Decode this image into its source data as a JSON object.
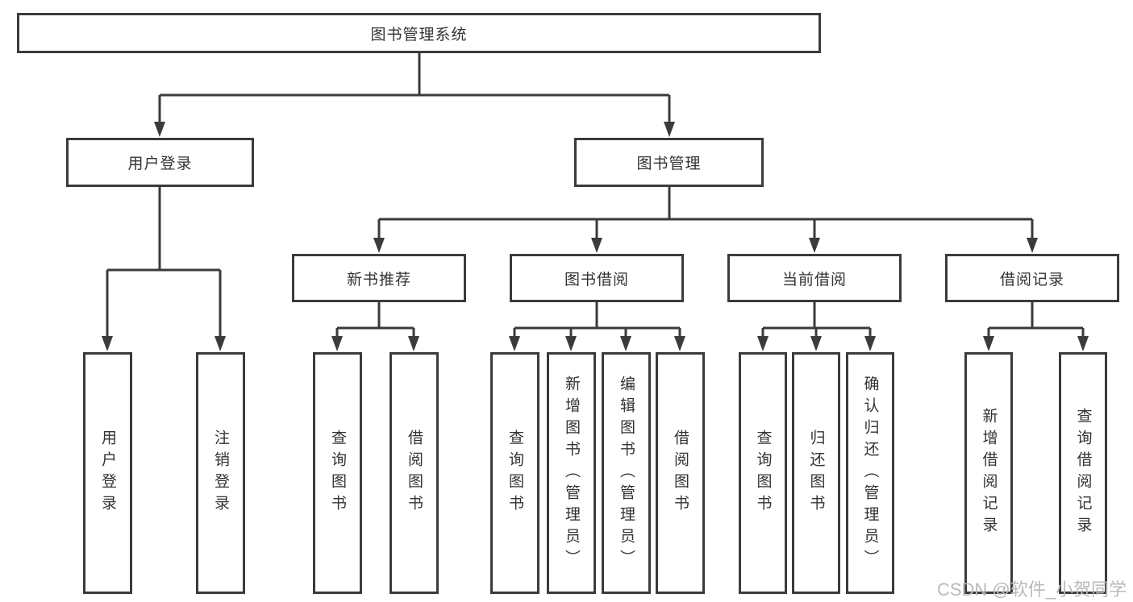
{
  "diagram_type": "hierarchy-tree",
  "colors": {
    "line": "#3b3b3b",
    "box_border": "#3b3b3b",
    "box_fill": "#ffffff",
    "text": "#333333",
    "watermark_text_color": "#b9b9b9"
  },
  "tree": {
    "label": "图书管理系统",
    "children": [
      {
        "label": "用户登录",
        "children": [
          {
            "label": "用户登录"
          },
          {
            "label": "注销登录"
          }
        ]
      },
      {
        "label": "图书管理",
        "children": [
          {
            "label": "新书推荐",
            "children": [
              {
                "label": "查询图书"
              },
              {
                "label": "借阅图书"
              }
            ]
          },
          {
            "label": "图书借阅",
            "children": [
              {
                "label": "查询图书"
              },
              {
                "label": "新增图书（管理员）"
              },
              {
                "label": "编辑图书（管理员）"
              },
              {
                "label": "借阅图书"
              }
            ]
          },
          {
            "label": "当前借阅",
            "children": [
              {
                "label": "查询图书"
              },
              {
                "label": "归还图书"
              },
              {
                "label": "确认归还（管理员）"
              }
            ]
          },
          {
            "label": "借阅记录",
            "children": [
              {
                "label": "新增借阅记录"
              },
              {
                "label": "查询借阅记录"
              }
            ]
          }
        ]
      }
    ]
  },
  "watermark": {
    "text": "CSDN @软件_小贺同学"
  }
}
